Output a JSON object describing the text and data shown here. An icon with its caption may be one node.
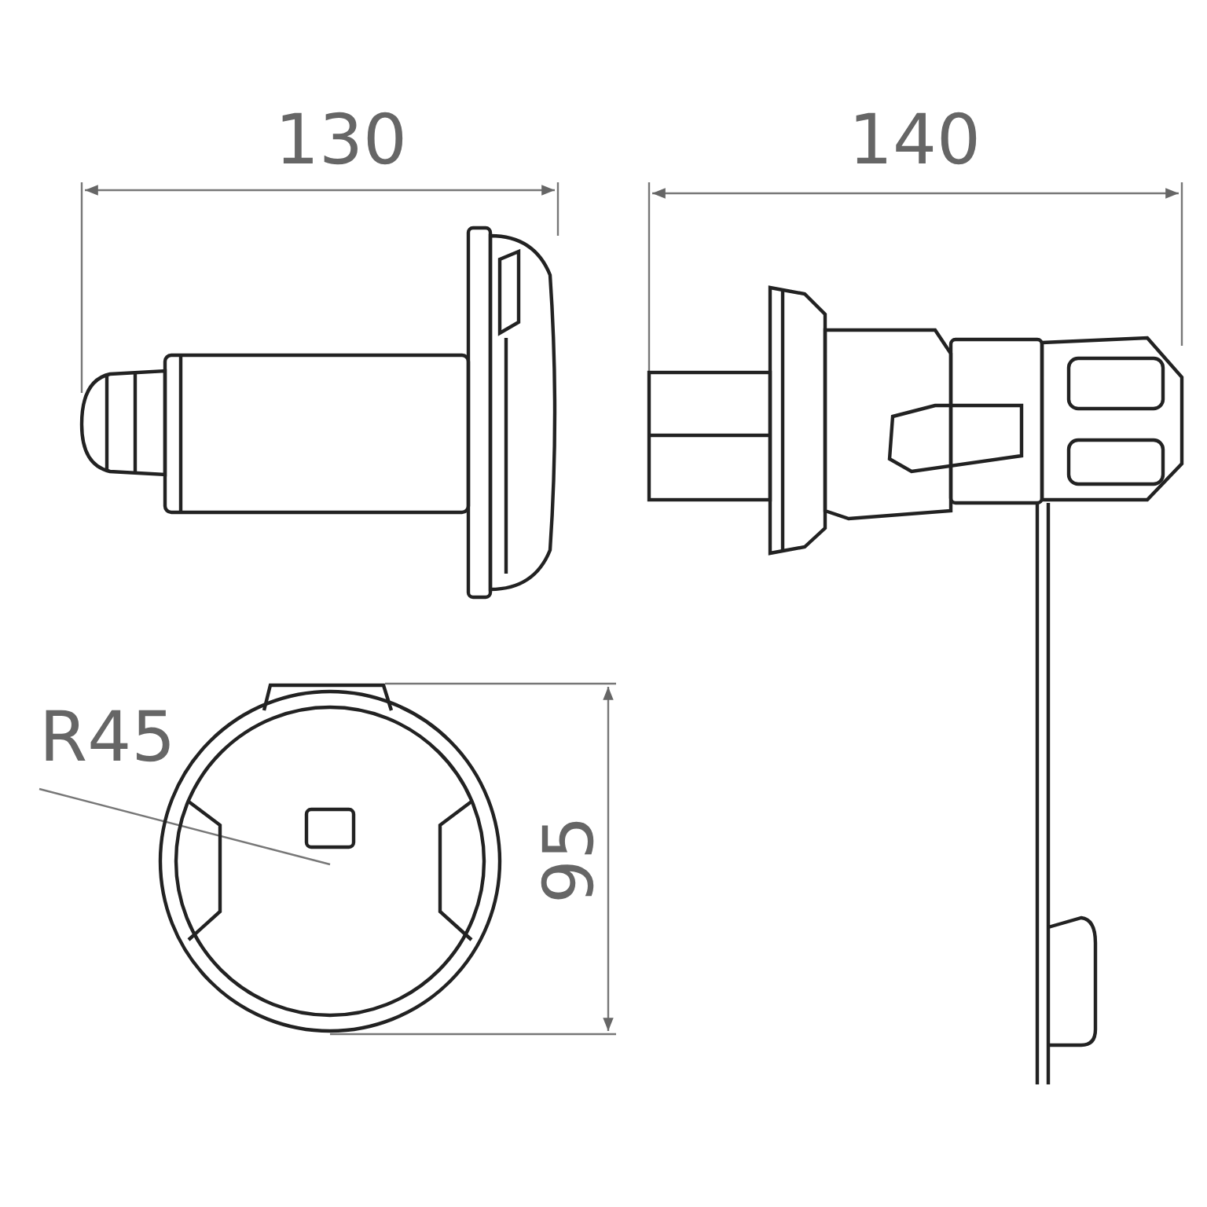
{
  "diagram": {
    "labels": [
      "130",
      "140",
      "R45",
      "95"
    ]
  }
}
